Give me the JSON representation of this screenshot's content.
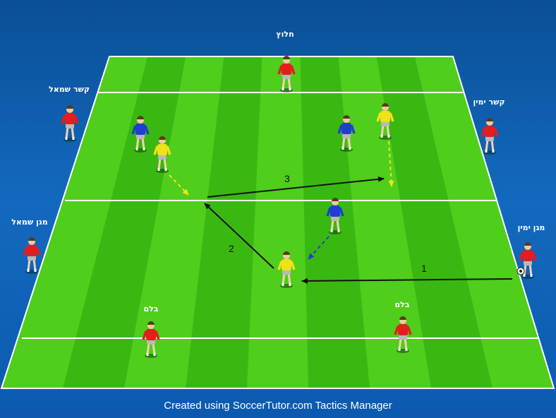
{
  "diagram": {
    "player_labels": {
      "striker": "חלוץ",
      "left_mid": "קשר שמאל",
      "right_mid": "קשר ימין",
      "left_back": "מגן שמאל",
      "right_back": "מגן ימין",
      "cb_left": "בלם",
      "cb_right": "בלם"
    },
    "pass_numbers": {
      "p1": "1",
      "p2": "2",
      "p3": "3"
    },
    "colors": {
      "red_team": "#e41d1d",
      "blue_team": "#1e3fd0",
      "yellow_team": "#f0e21a",
      "pitch_light": "#4fce1c",
      "pitch_dark": "#3ab812"
    }
  },
  "footer": {
    "credit": "Created using SoccerTutor.com Tactics Manager"
  }
}
